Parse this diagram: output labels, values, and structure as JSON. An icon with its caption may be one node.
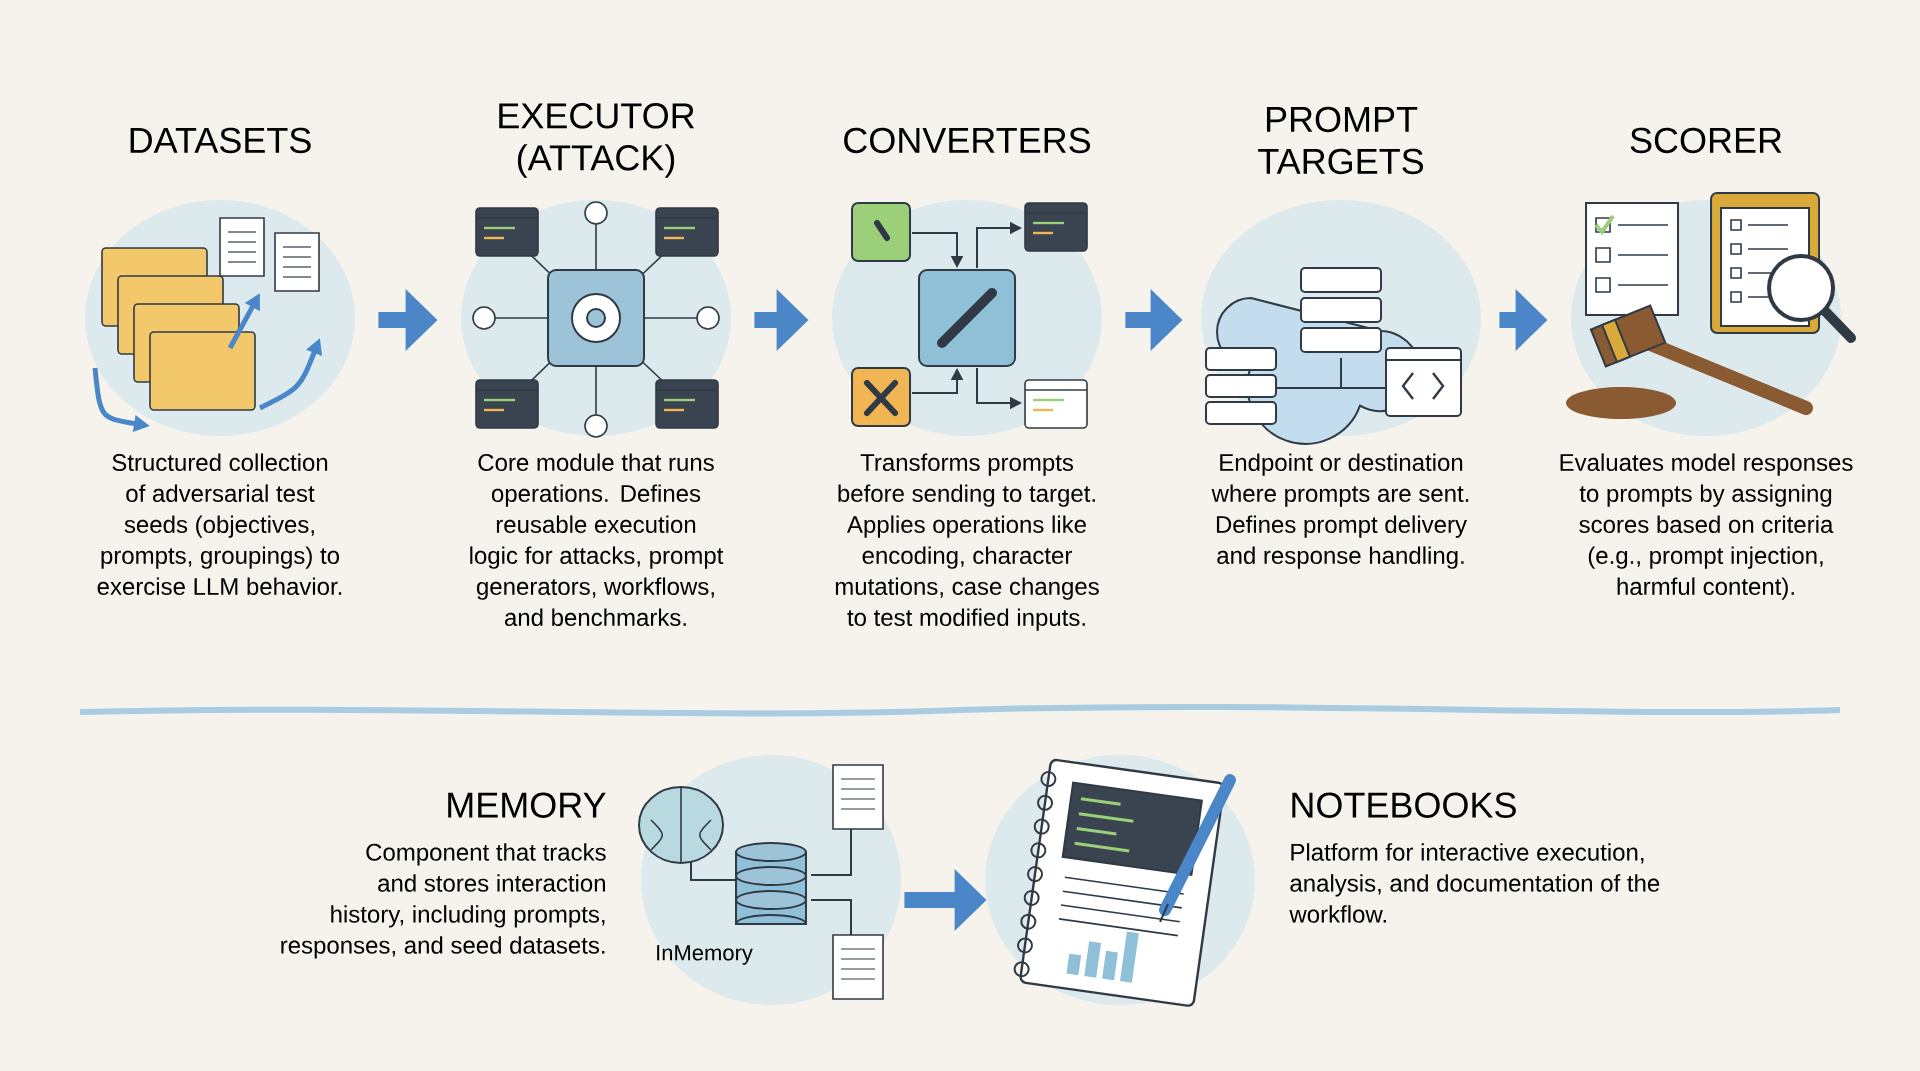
{
  "diagram": {
    "nodes": [
      {
        "text": [
          "DATASETS",
          "Structured collection of adversarial test seeds (objectives, prompts, groupings) to exercise LLM behavior."
        ]
      },
      {
        "text": [
          "EXECUTOR (ATTACK)",
          "Core module that runs operations. Defines reusable execution logic for attacks, prompt generators, workflows, and benchmarks."
        ]
      },
      {
        "text": [
          "CONVERTERS",
          "Transforms prompts before sending to target. Applies operations like encoding, character mutations, case changes to test modified inputs."
        ]
      },
      {
        "text": [
          "PROMPT TARGETS",
          "Endpoint or destination where prompts are sent. Defines prompt delivery and response handling."
        ]
      },
      {
        "text": [
          "SCORER",
          "Evaluates model responses to prompts by assigning scores based on criteria (e.g., prompt injection, harmful content)."
        ]
      },
      {
        "text": [
          "MEMORY",
          "Component that tracks and stores interaction history, including prompts, responses, and seed datasets."
        ]
      },
      {
        "text": [],
        "shape": "picture"
      },
      {
        "text": [],
        "shape": "picture"
      },
      {
        "text": [
          "NOTEBOOKS",
          "Platform for interactive execution, analysis, and documentation of the workflow."
        ]
      }
    ],
    "edges": [
      {
        "from": 0,
        "to": 1,
        "arrow": "to"
      },
      {
        "from": 1,
        "to": 2,
        "arrow": "to"
      },
      {
        "from": 2,
        "to": 3,
        "arrow": "to"
      },
      {
        "from": 3,
        "to": 4,
        "arrow": "to"
      },
      {
        "from": 6,
        "to": 7,
        "arrow": "to"
      }
    ],
    "labels": [
      "InMemory"
    ]
  }
}
